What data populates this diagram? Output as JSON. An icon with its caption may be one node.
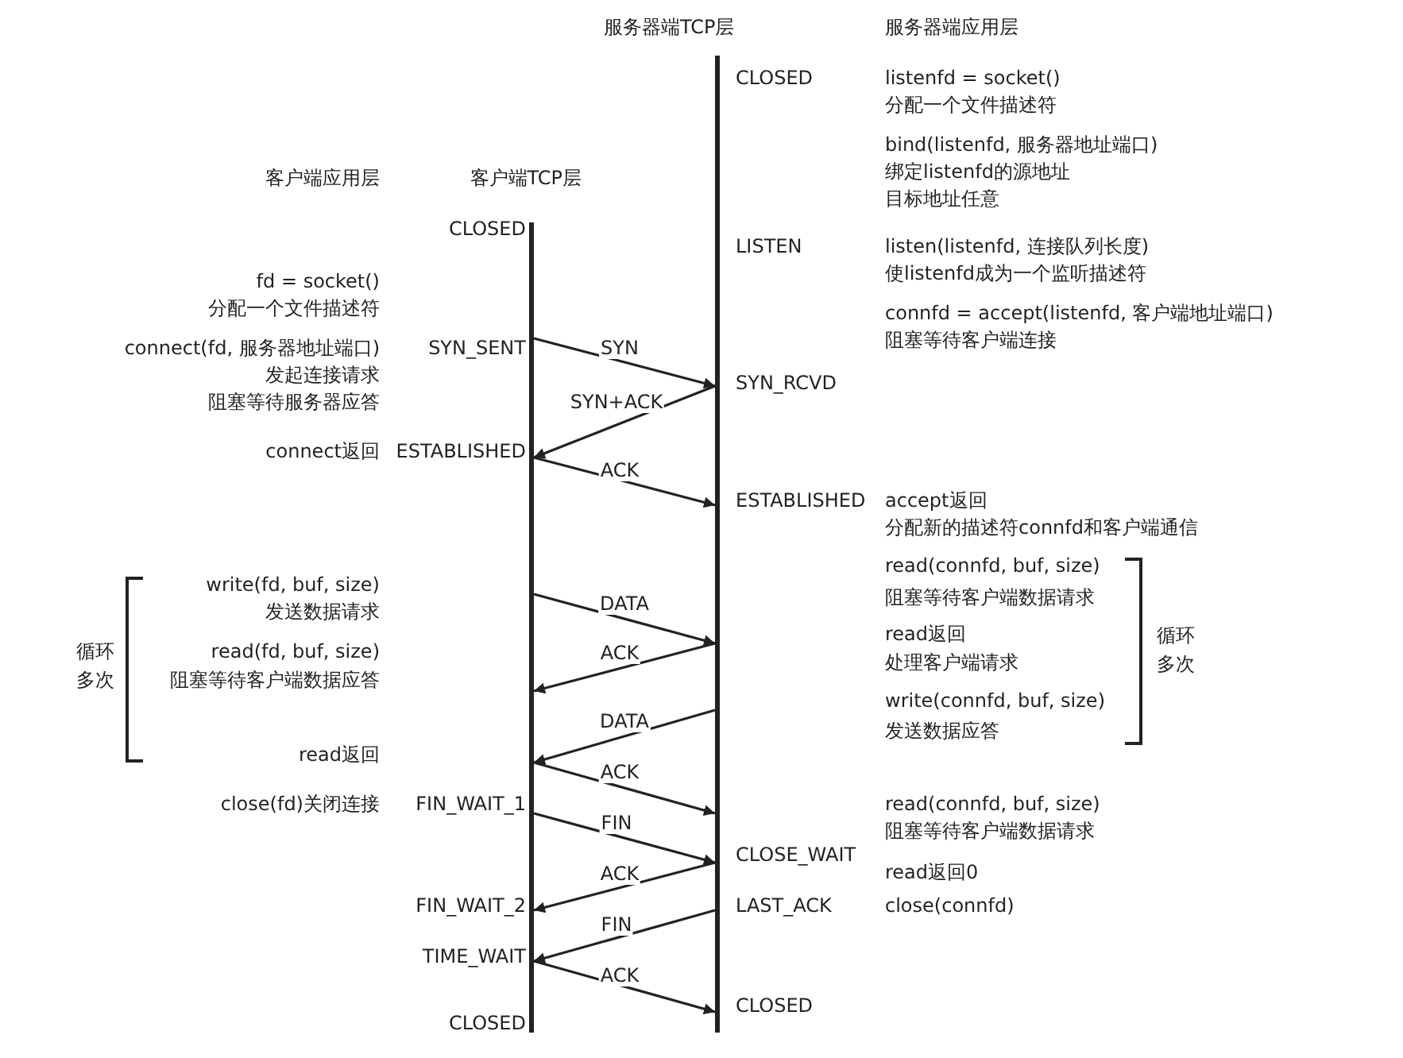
{
  "diagram": {
    "nodes": [
      {
        "text": [],
        "shape": "bar"
      },
      {
        "text": [],
        "shape": "bar"
      }
    ],
    "edges": [
      {
        "from": 0,
        "to": 1,
        "arrow": "to",
        "label": "SYN"
      },
      {
        "from": 1,
        "to": 0,
        "arrow": "to",
        "label": "SYN+ACK"
      },
      {
        "from": 0,
        "to": 1,
        "arrow": "to",
        "label": "ACK"
      },
      {
        "from": 0,
        "to": 1,
        "arrow": "to",
        "label": "DATA"
      },
      {
        "from": 1,
        "to": 0,
        "arrow": "to",
        "label": "ACK"
      },
      {
        "from": 1,
        "to": 0,
        "arrow": "to",
        "label": "DATA"
      },
      {
        "from": 0,
        "to": 1,
        "arrow": "to",
        "label": "ACK"
      },
      {
        "from": 0,
        "to": 1,
        "arrow": "to",
        "label": "FIN"
      },
      {
        "from": 1,
        "to": 0,
        "arrow": "to",
        "label": "ACK"
      },
      {
        "from": 1,
        "to": 0,
        "arrow": "to",
        "label": "FIN"
      },
      {
        "from": 0,
        "to": 1,
        "arrow": "to",
        "label": "ACK"
      }
    ],
    "labels": [
      "服务器端TCP层",
      "服务器端应用层",
      "CLOSED",
      "listenfd = socket()",
      "分配一个文件描述符",
      "bind(listenfd, 服务器地址端口)",
      "绑定listenfd的源地址",
      "目标地址任意",
      "客户端应用层",
      "客户端TCP层",
      "CLOSED",
      "LISTEN",
      "listen(listenfd, 连接队列长度)",
      "使listenfd成为一个监听描述符",
      "fd = socket()",
      "分配一个文件描述符",
      "connfd = accept(listenfd, 客户端地址端口)",
      "阻塞等待客户端连接",
      "connect(fd, 服务器地址端口)",
      "SYN_SENT",
      "发起连接请求",
      "阻塞等待服务器应答",
      "SYN_RCVD",
      "connect返回",
      "ESTABLISHED",
      "ESTABLISHED",
      "accept返回",
      "分配新的描述符connfd和客户端通信",
      "read(connfd, buf, size)",
      "阻塞等待客户端数据请求",
      "write(fd, buf, size)",
      "发送数据请求",
      "read返回",
      "处理客户端请求",
      "循环",
      "多次",
      "循环",
      "多次",
      "read(fd, buf, size)",
      "阻塞等待客户端数据应答",
      "write(connfd, buf, size)",
      "发送数据应答",
      "read返回",
      "close(fd)关闭连接",
      "FIN_WAIT_1",
      "read(connfd, buf, size)",
      "阻塞等待客户端数据请求",
      "CLOSE_WAIT",
      "read返回0",
      "FIN_WAIT_2",
      "LAST_ACK",
      "close(connfd)",
      "TIME_WAIT",
      "CLOSED",
      "CLOSED"
    ]
  }
}
